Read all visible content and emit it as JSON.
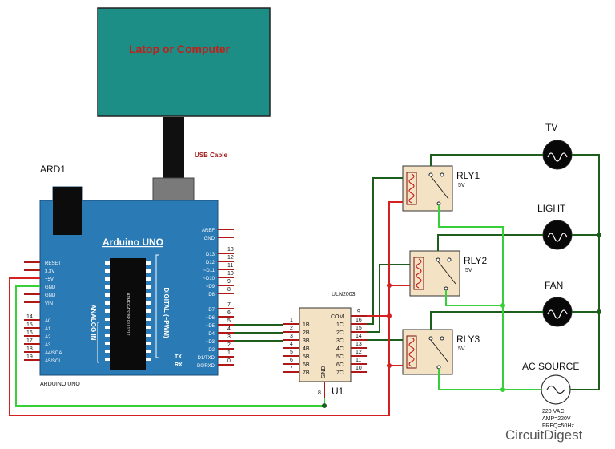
{
  "computer": {
    "label": "Latop or Computer"
  },
  "usb": {
    "label": "USB Cable"
  },
  "arduino": {
    "ref": "ARD1",
    "name": "Arduino UNO",
    "footer": "ARDUINO UNO",
    "chip_text": "ATMEGA328P PU 1217",
    "analog_label": "ANALOG IN",
    "digital_label": "DIGITAL (~PWM)",
    "tx": "TX",
    "rx": "RX",
    "power_pins": [
      "RESET",
      "3.3V",
      "+5V",
      "GND",
      "GND",
      "VIN"
    ],
    "analog_pins": [
      {
        "num": "14",
        "name": "A0"
      },
      {
        "num": "15",
        "name": "A1"
      },
      {
        "num": "16",
        "name": "A2"
      },
      {
        "num": "17",
        "name": "A3"
      },
      {
        "num": "18",
        "name": "A4/SDA"
      },
      {
        "num": "19",
        "name": "A5/SCL"
      }
    ],
    "top_right_pins": [
      {
        "num": "",
        "name": "AREF"
      },
      {
        "num": "",
        "name": "GND"
      },
      {
        "num": "13",
        "name": "D13"
      },
      {
        "num": "12",
        "name": "D12"
      },
      {
        "num": "11",
        "name": "~D11"
      },
      {
        "num": "10",
        "name": "~D10"
      },
      {
        "num": "9",
        "name": "~D9"
      },
      {
        "num": "8",
        "name": "D8"
      }
    ],
    "bottom_right_pins": [
      {
        "num": "7",
        "name": "D7"
      },
      {
        "num": "6",
        "name": "~D6"
      },
      {
        "num": "5",
        "name": "~D5"
      },
      {
        "num": "4",
        "name": "D4"
      },
      {
        "num": "3",
        "name": "~D3"
      },
      {
        "num": "2",
        "name": "D2"
      },
      {
        "num": "1",
        "name": "D1/TXD"
      },
      {
        "num": "0",
        "name": "D0/RXD"
      }
    ]
  },
  "uln": {
    "part": "ULN2003",
    "ref": "U1",
    "com": "COM",
    "gnd": "GND",
    "com_pin": "9",
    "gnd_pin": "8",
    "left_pins": [
      {
        "num": "1",
        "name": "1B"
      },
      {
        "num": "2",
        "name": "2B"
      },
      {
        "num": "3",
        "name": "3B"
      },
      {
        "num": "4",
        "name": "4B"
      },
      {
        "num": "5",
        "name": "5B"
      },
      {
        "num": "6",
        "name": "6B"
      },
      {
        "num": "7",
        "name": "7B"
      }
    ],
    "right_pins": [
      {
        "num": "16",
        "name": "1C"
      },
      {
        "num": "15",
        "name": "2C"
      },
      {
        "num": "14",
        "name": "3C"
      },
      {
        "num": "13",
        "name": "4C"
      },
      {
        "num": "12",
        "name": "5C"
      },
      {
        "num": "11",
        "name": "6C"
      },
      {
        "num": "10",
        "name": "7C"
      }
    ]
  },
  "relays": [
    {
      "ref": "RLY1",
      "voltage": "5V"
    },
    {
      "ref": "RLY2",
      "voltage": "5V"
    },
    {
      "ref": "RLY3",
      "voltage": "5V"
    }
  ],
  "loads": {
    "tv": "TV",
    "light": "LIGHT",
    "fan": "FAN"
  },
  "source": {
    "name": "AC SOURCE",
    "spec1": "220 VAC",
    "spec2": "AMP=220V",
    "spec3": "FREQ=50Hz"
  },
  "brand": {
    "text": "CircuitDigest"
  },
  "colors": {
    "board": "#2a7ab5",
    "screen": "#1c8e86",
    "wire_dark_green": "#1d5e1d",
    "wire_light_green": "#38d038",
    "wire_red": "#d42020",
    "component": "#f4e2c4"
  }
}
